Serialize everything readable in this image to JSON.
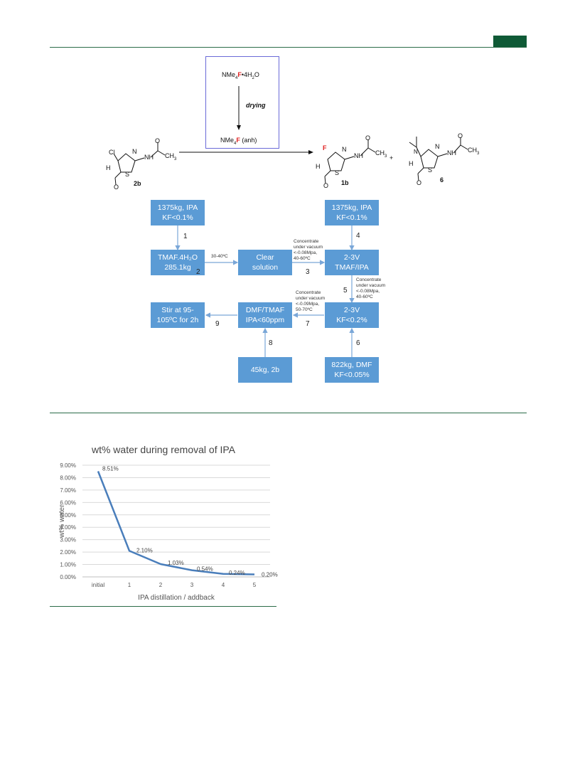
{
  "scheme": {
    "reagent_top": "NMe4F•4H2O",
    "reagent_step": "drying",
    "reagent_bottom": "NMe4F (anh)",
    "sm_sub_Cl": "Cl",
    "sm_N": "N",
    "sm_NH": "NH",
    "sm_CH3": "CH3",
    "sm_S": "S",
    "sm_H": "H",
    "sm_O": "O",
    "sm_O2": "O",
    "sm_label": "2b",
    "p1_F": "F",
    "p1_label": "1b",
    "plus": "+",
    "p2_label": "6"
  },
  "flow": {
    "boxes": [
      {
        "id": "b1",
        "lines": [
          "1375kg, IPA",
          "KF<0.1%"
        ]
      },
      {
        "id": "b2",
        "lines": [
          "TMAF.4H₂O",
          "285.1kg"
        ]
      },
      {
        "id": "b3",
        "lines": [
          "Clear",
          "solution"
        ]
      },
      {
        "id": "b4",
        "lines": [
          "1375kg, IPA",
          "KF<0.1%"
        ]
      },
      {
        "id": "b5",
        "lines": [
          "2-3V",
          "TMAF/IPA"
        ]
      },
      {
        "id": "b6",
        "lines": [
          "2-3V",
          "KF<0.2%"
        ]
      },
      {
        "id": "b7",
        "lines": [
          "DMF/TMAF",
          "IPA<60ppm"
        ]
      },
      {
        "id": "b8",
        "lines": [
          "Stir at 95-",
          "105ºC for 2h"
        ]
      },
      {
        "id": "b9",
        "lines": [
          "45kg, 2b"
        ]
      },
      {
        "id": "b10",
        "lines": [
          "822kg, DMF",
          "KF<0.05%"
        ]
      }
    ],
    "step_numbers": [
      "1",
      "2",
      "3",
      "4",
      "5",
      "6",
      "7",
      "8",
      "9"
    ],
    "notes": {
      "n2": "30-40ºC",
      "n3": [
        "Concentrate",
        "under vacuum",
        "<-0.08Mpa,",
        "40-60ºC"
      ],
      "n5": [
        "Concentrate",
        "under vacuum",
        "<-0.08Mpa,",
        "40-60ºC"
      ],
      "n7": [
        "Concentrate",
        "under vacuum",
        "<-0.09Mpa,",
        "50-70ºC"
      ]
    }
  },
  "chart_data": {
    "type": "line",
    "title": "wt% water during removal of IPA",
    "xlabel": "IPA distillation / addback",
    "ylabel": "wt% water",
    "categories": [
      "initial",
      "1",
      "2",
      "3",
      "4",
      "5"
    ],
    "series": [
      {
        "values": [
          8.51,
          2.1,
          1.03,
          0.54,
          0.24,
          0.2
        ]
      }
    ],
    "data_labels": [
      "8.51%",
      "2.10%",
      "1.03%",
      "0.54%",
      "0.24%",
      "0.20%"
    ],
    "ylim": [
      0,
      9
    ],
    "yticks": [
      "0.00%",
      "1.00%",
      "2.00%",
      "3.00%",
      "4.00%",
      "5.00%",
      "6.00%",
      "7.00%",
      "8.00%",
      "9.00%"
    ],
    "grid": true,
    "line_color": "#4a7ebb"
  }
}
